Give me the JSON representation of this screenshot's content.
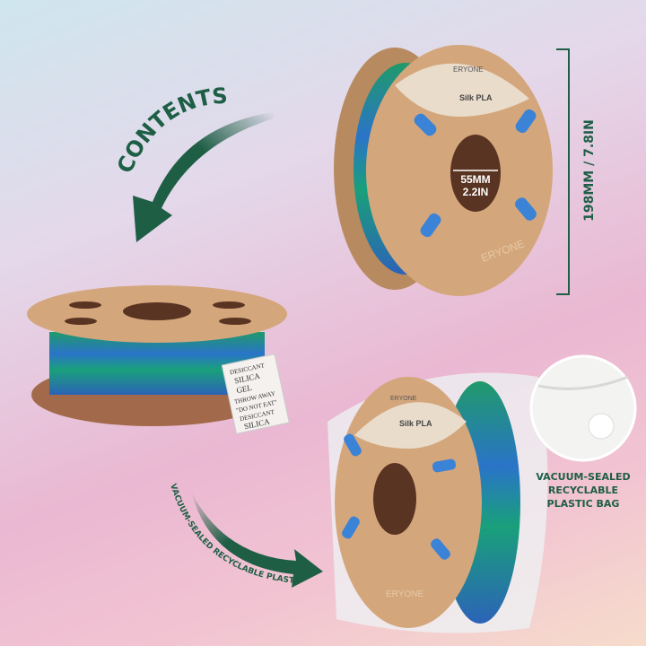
{
  "labels": {
    "contents": "CONTENTS",
    "hole_mm": "55MM",
    "hole_in": "2.2IN",
    "diameter": "198MM / 7.8IN",
    "bag_curved": "VACUUM-SEALED RECYCLABLE PLASTIC BAG",
    "bag_line1": "VACUUM-SEALED",
    "bag_line2": "RECYCLABLE",
    "bag_line3": "PLASTIC BAG"
  },
  "spool": {
    "brand": "ERYONE",
    "product": "Silk PLA"
  },
  "desiccant": {
    "lines": [
      "DESICCANT",
      "SILICA",
      "GEL",
      "THROW AWAY",
      "\"DO NOT EAT\"",
      "DESICCANT",
      "SILICA"
    ]
  },
  "colors": {
    "accent_green": "#1e5e45",
    "cardboard": "#d4a67c",
    "filament_blue": "#2f7fd0",
    "filament_green": "#1fa26a"
  }
}
